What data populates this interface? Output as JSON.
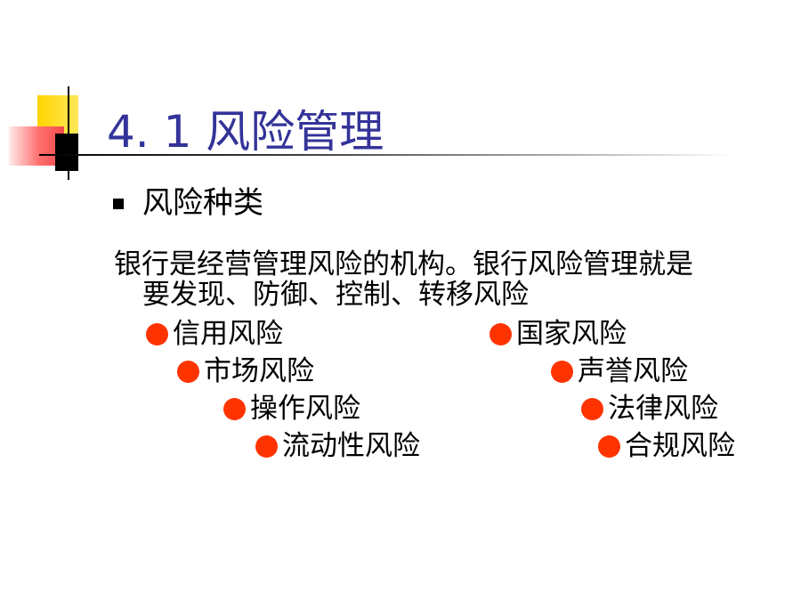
{
  "slide": {
    "title": "4. 1  风险管理",
    "bullet": "风险种类",
    "paragraph": {
      "line1": "银行是经营管理风险的机构。银行风险管理就是",
      "line2": "要发现、防御、控制、转移风险"
    },
    "risks_left": [
      "信用风险",
      "市场风险",
      "操作风险",
      "流动性风险"
    ],
    "risks_right": [
      "国家风险",
      "声誉风险",
      "法律风险",
      "合规风险"
    ]
  },
  "colors": {
    "title": "#333399",
    "dot": "#ff3300",
    "deco_yellow": "#ffd400",
    "deco_red": "#f44a4a"
  }
}
